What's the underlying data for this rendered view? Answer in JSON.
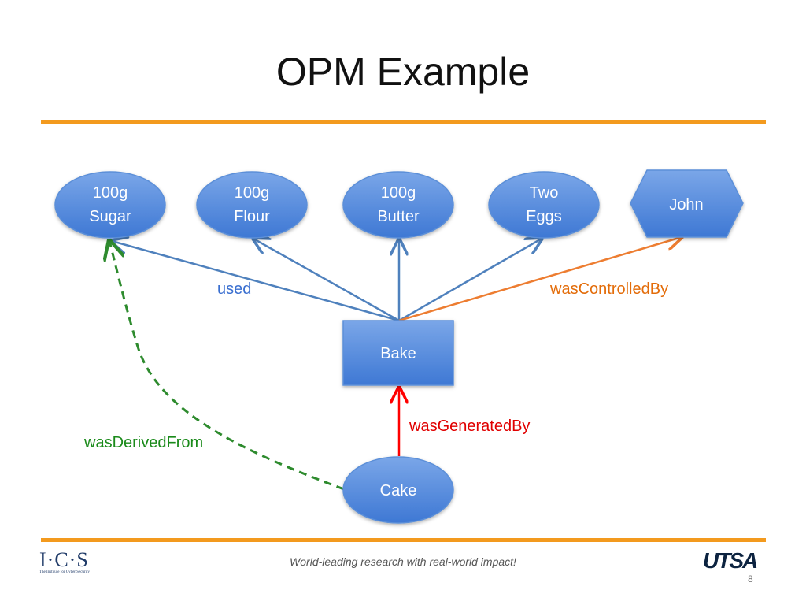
{
  "slide": {
    "title": "OPM Example",
    "tagline": "World-leading research with real-world impact!",
    "page_number": "8",
    "logo_left_text": "I·C·S",
    "logo_left_subtext": "The Institute for Cyber Security",
    "logo_right_text": "UTSA"
  },
  "nodes": {
    "sugar": [
      "100g",
      "Sugar"
    ],
    "flour": [
      "100g",
      "Flour"
    ],
    "butter": [
      "100g",
      "Butter"
    ],
    "eggs": [
      "Two",
      "Eggs"
    ],
    "john": "John",
    "bake": "Bake",
    "cake": "Cake"
  },
  "edges": {
    "used": "used",
    "was_controlled_by": "wasControlledBy",
    "was_generated_by": "wasGeneratedBy",
    "was_derived_from": "wasDerivedFrom"
  },
  "colors": {
    "node_fill_top": "#7aa6e8",
    "node_fill_bottom": "#3e78d4",
    "used_edge": "#4f81bd",
    "controlled_edge": "#ed7d31",
    "generated_edge": "#ff0000",
    "derived_edge": "#2e8b2e",
    "accent_rule": "#f39a1e"
  }
}
